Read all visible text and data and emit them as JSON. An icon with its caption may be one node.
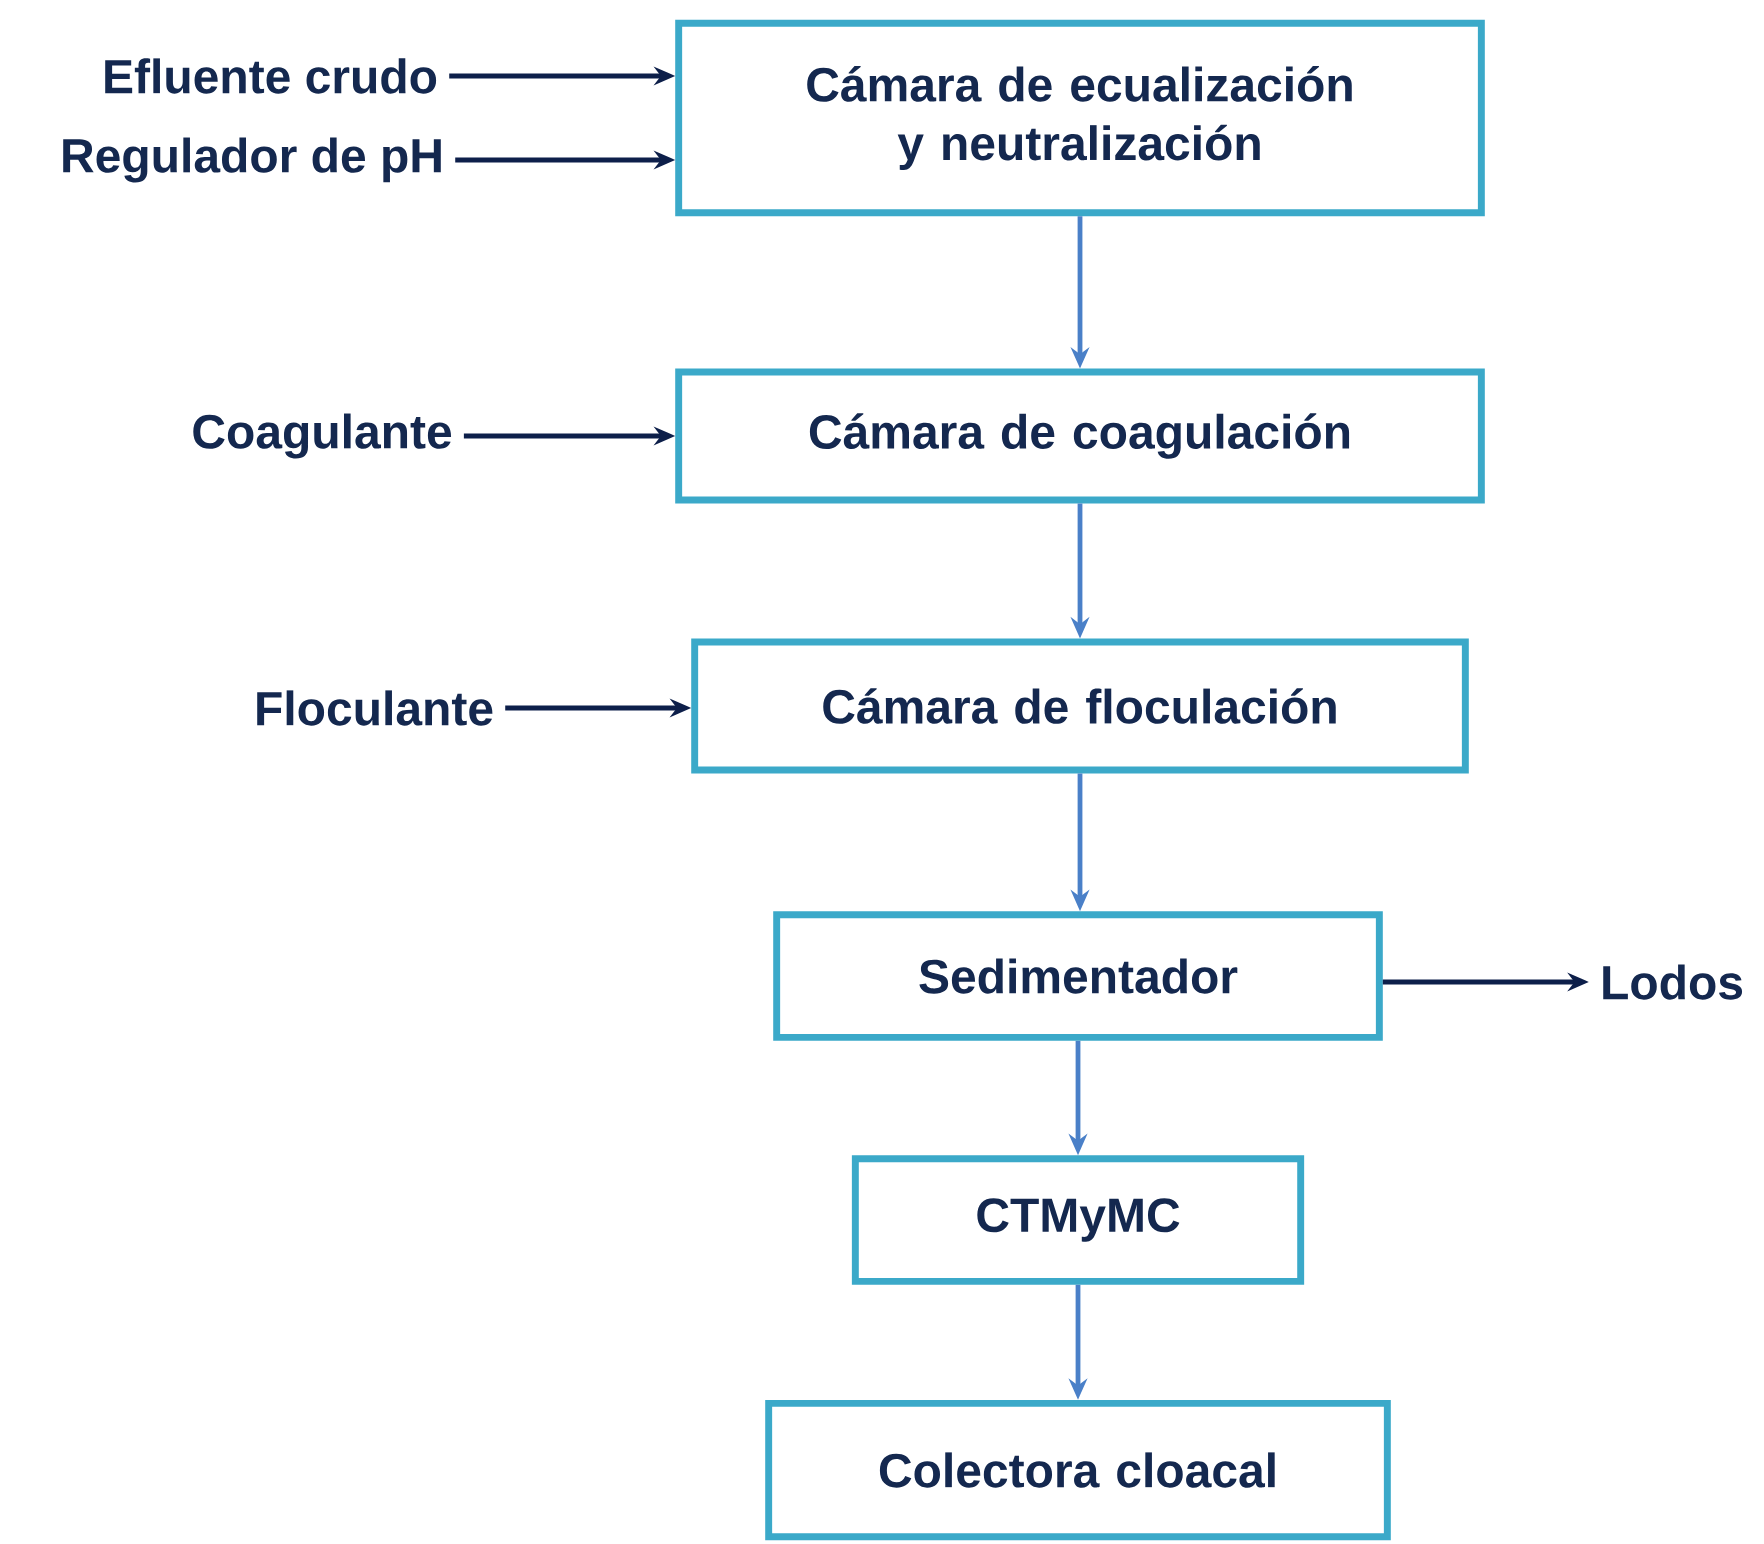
{
  "diagram": {
    "nodes": [
      {
        "text": [
          "Efluente crudo"
        ]
      },
      {
        "text": [
          "Regulador de pH"
        ]
      },
      {
        "text": [
          "Cámara de ecualización y neutralización"
        ]
      },
      {
        "text": [
          "Coagulante"
        ]
      },
      {
        "text": [
          "Cámara de coagulación"
        ]
      },
      {
        "text": [
          "Floculante"
        ]
      },
      {
        "text": [
          "Cámara de floculación"
        ]
      },
      {
        "text": [
          "Sedimentador"
        ]
      },
      {
        "text": [
          "Lodos"
        ]
      },
      {
        "text": [
          "CTMyMC"
        ]
      },
      {
        "text": [
          "Colectora cloacal"
        ]
      }
    ],
    "edges": [
      {
        "from": 0,
        "to": 2,
        "arrow": "to"
      },
      {
        "from": 1,
        "to": 2,
        "arrow": "to"
      },
      {
        "from": 2,
        "to": 4,
        "arrow": "to",
        "color": "#4a80c8"
      },
      {
        "from": 3,
        "to": 4,
        "arrow": "to"
      },
      {
        "from": 4,
        "to": 6,
        "arrow": "to",
        "color": "#4a80c8"
      },
      {
        "from": 5,
        "to": 6,
        "arrow": "to"
      },
      {
        "from": 6,
        "to": 7,
        "arrow": "to",
        "color": "#4a80c8"
      },
      {
        "from": 7,
        "to": 8,
        "arrow": "to"
      },
      {
        "from": 7,
        "to": 9,
        "arrow": "to",
        "color": "#4a80c8"
      },
      {
        "from": 9,
        "to": 10,
        "arrow": "to",
        "color": "#4a80c8"
      }
    ]
  }
}
